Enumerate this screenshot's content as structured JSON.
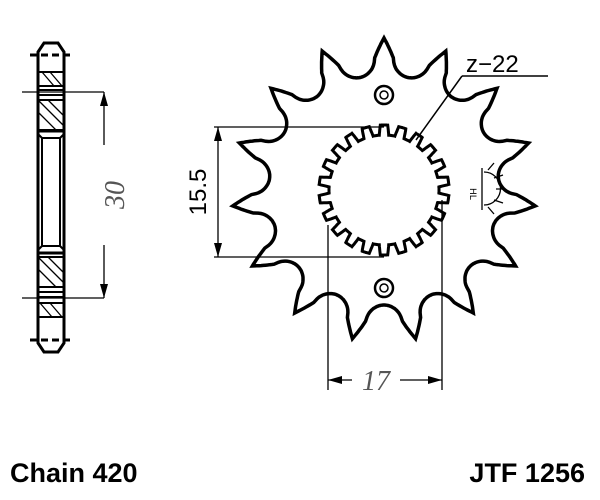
{
  "diagram": {
    "teeth_label": "z−22",
    "bore_dim": "15.5",
    "hub_dim": "30",
    "spline_dim": "17",
    "chain_label": "Chain 420",
    "part_number": "JTF 1256",
    "outer_teeth": 15,
    "spline_teeth": 22,
    "line_color": "#000000",
    "dim_text_color": "#555555"
  }
}
